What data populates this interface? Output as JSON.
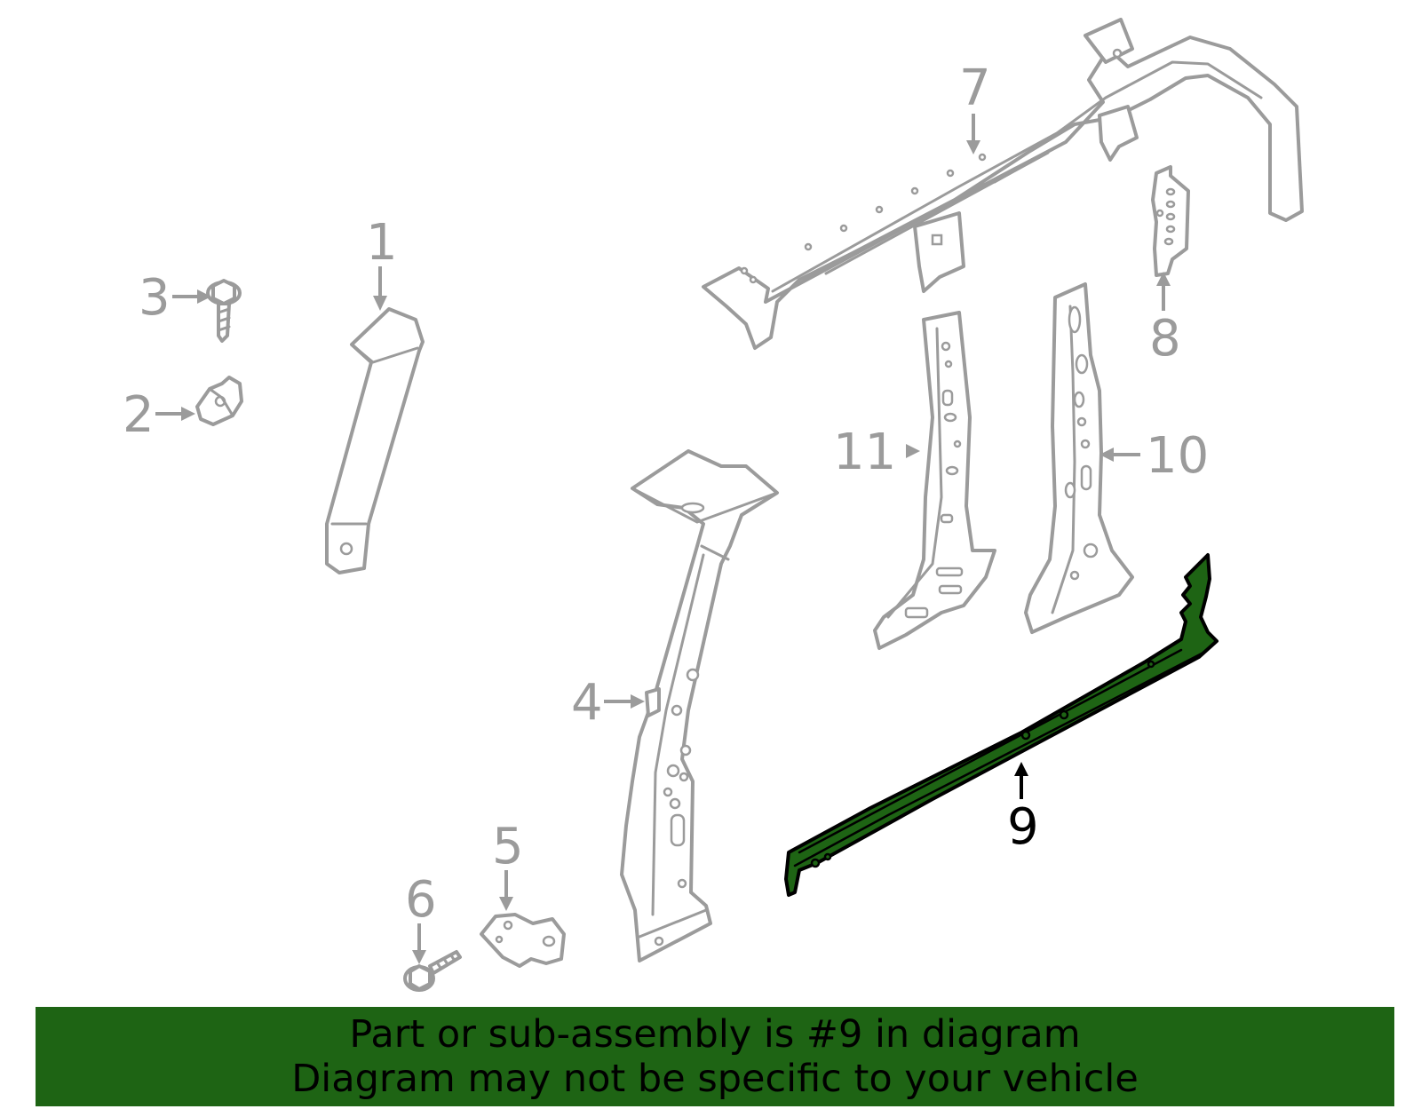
{
  "diagram": {
    "callouts": [
      "1",
      "2",
      "3",
      "4",
      "5",
      "6",
      "7",
      "8",
      "9",
      "10",
      "11"
    ],
    "highlighted_part": "9"
  },
  "banner": {
    "line1": "Part or sub-assembly is #9 in diagram",
    "line2": "Diagram may not be specific to your vehicle"
  },
  "colors": {
    "highlight_fill": "#1e6414",
    "banner_background": "#1e6414",
    "part_outline": "#9b9b9b",
    "callout_text": "#9b9b9b",
    "active_callout_text": "#000000"
  }
}
